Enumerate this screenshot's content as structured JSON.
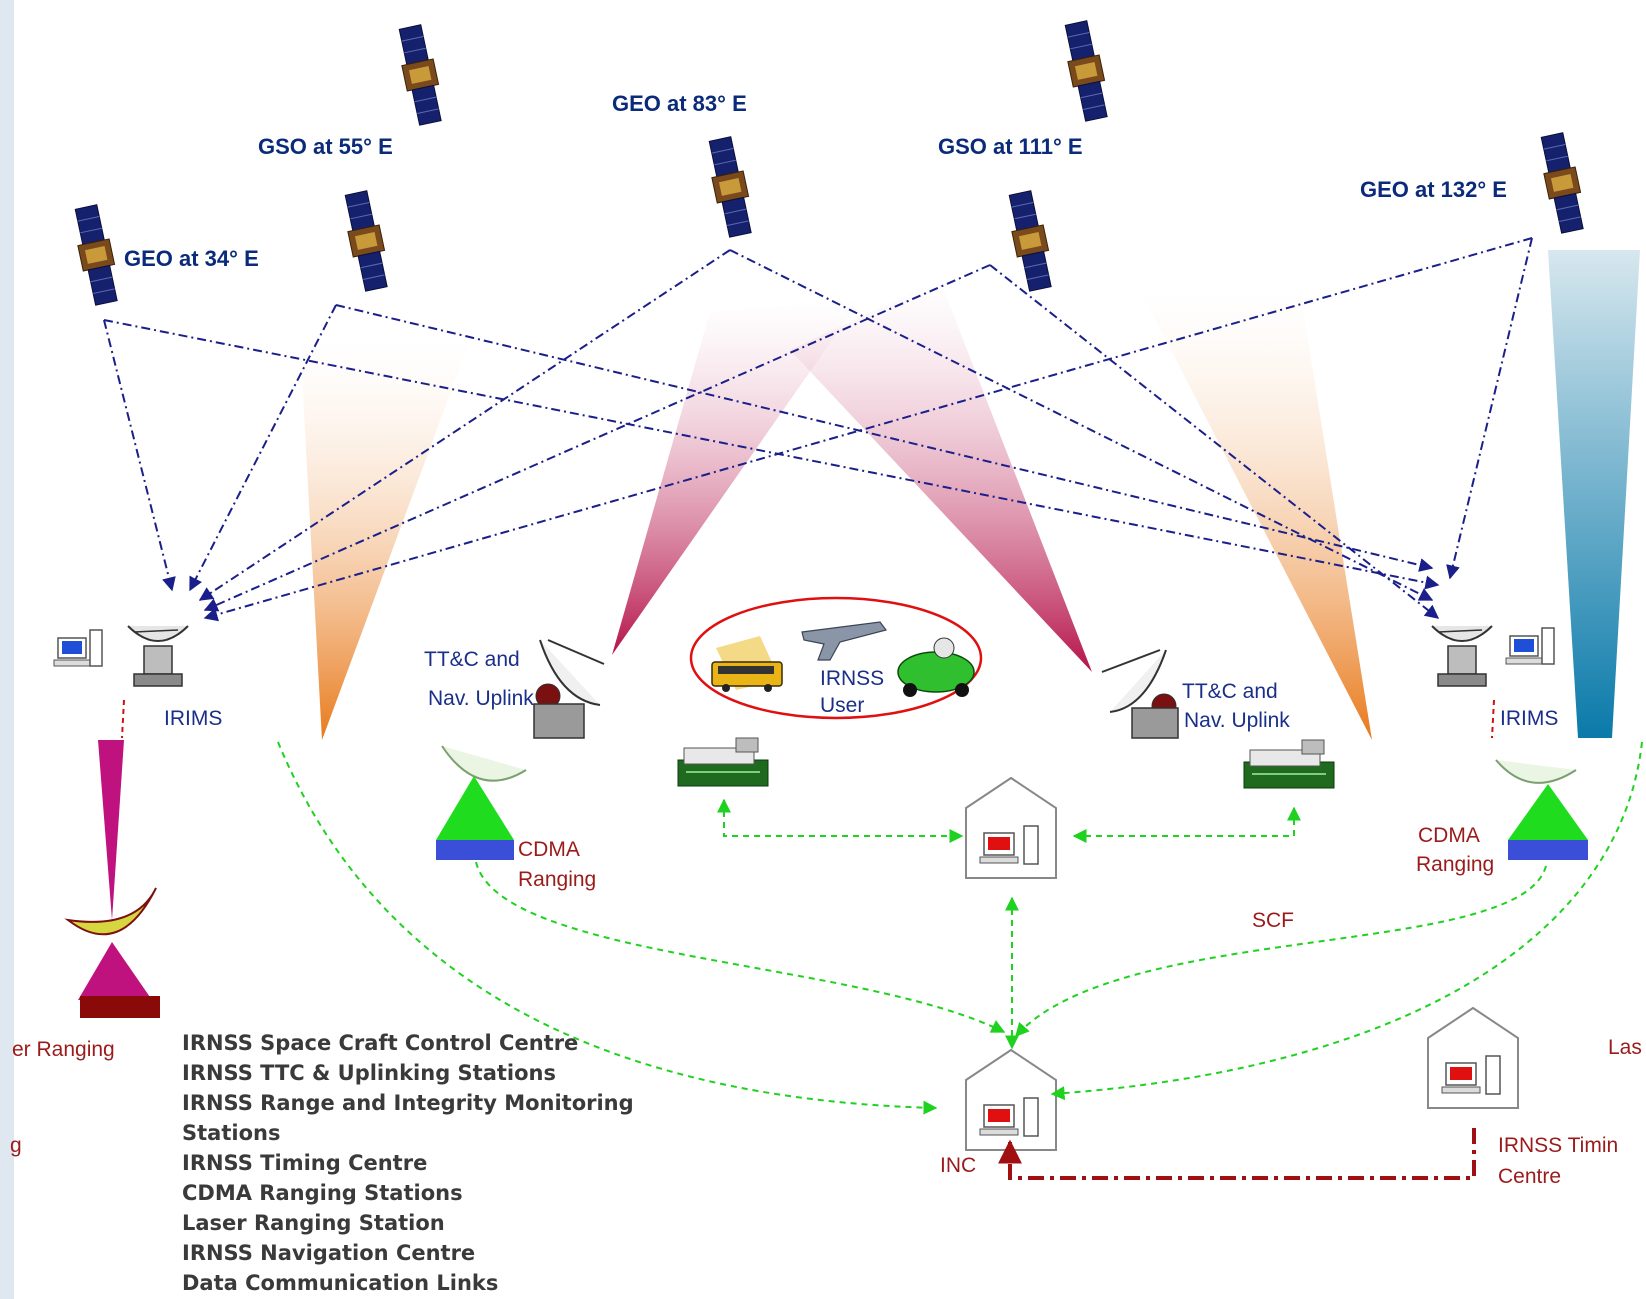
{
  "satellites": {
    "geo34": "GEO at 34° E",
    "gso55": "GSO at 55° E",
    "geo83": "GEO at 83° E",
    "gso111": "GSO at 111° E",
    "geo132": "GEO at 132° E"
  },
  "ground": {
    "irims_left": "IRIMS",
    "irims_right": "IRIMS",
    "ttc_left_line1": "TT&C and",
    "ttc_left_line2": "Nav. Uplink",
    "ttc_right_line1": "TT&C and",
    "ttc_right_line2": "Nav. Uplink",
    "user_line1": "IRNSS",
    "user_line2": "User",
    "cdma_left_line1": "CDMA",
    "cdma_left_line2": "Ranging",
    "cdma_right_line1": "CDMA",
    "cdma_right_line2": "Ranging",
    "scf": "SCF",
    "inc": "INC",
    "laser_left": "er Ranging",
    "laser_right": "Las",
    "left_cut_g": "g",
    "timing_line1": "IRNSS Timin",
    "timing_line2": "Centre"
  },
  "legend": [
    "IRNSS Space Craft Control Centre",
    "IRNSS TTC & Uplinking Stations",
    "IRNSS Range and Integrity Monitoring",
    "Stations",
    "IRNSS Timing Centre",
    "CDMA Ranging Stations",
    "Laser Ranging Station",
    "IRNSS Navigation Centre",
    "Data Communication Links"
  ],
  "colors": {
    "background": "#dfe8f1",
    "panel": "#ffffff",
    "link_blue": "#1a1f8a",
    "link_green": "#1fd21f",
    "link_red": "#a01010",
    "beam_orange": "#e8791a",
    "beam_magenta": "#b5124a",
    "beam_teal": "#0a7aaa"
  }
}
